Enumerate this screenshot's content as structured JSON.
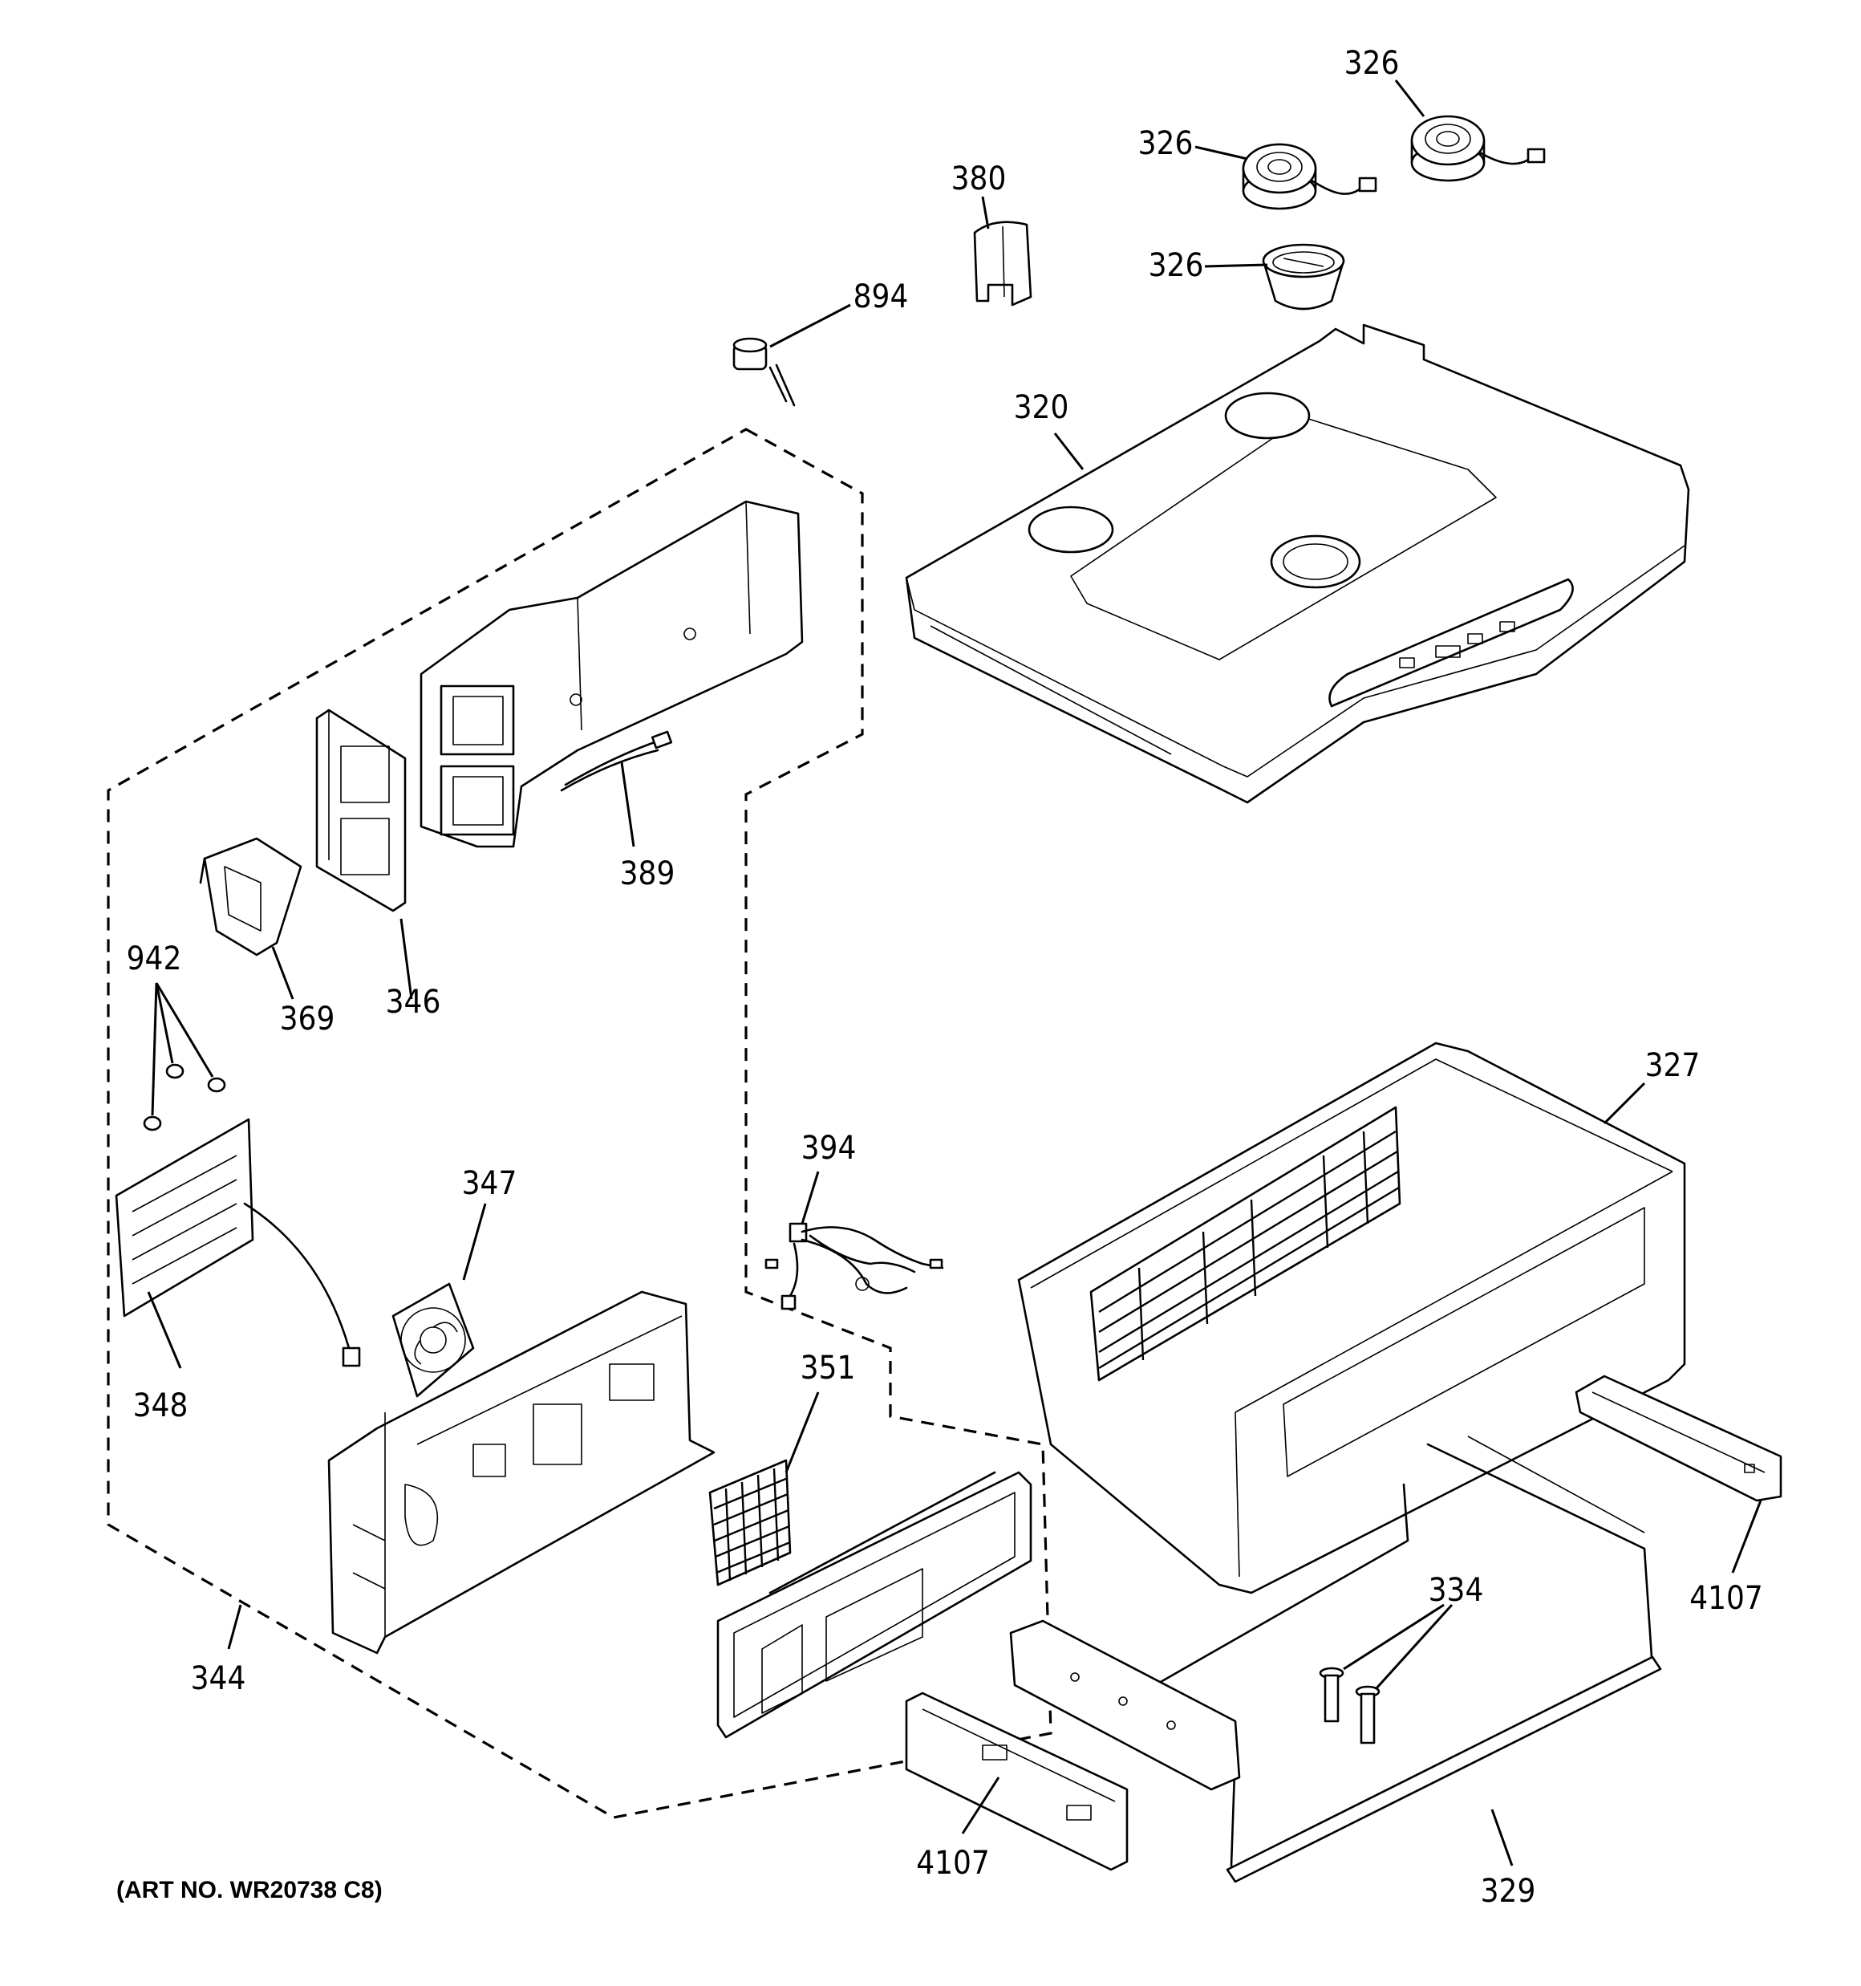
{
  "callouts": [
    {
      "id": "c326a",
      "label": "326"
    },
    {
      "id": "c326b",
      "label": "326"
    },
    {
      "id": "c326c",
      "label": "326"
    },
    {
      "id": "c380",
      "label": "380"
    },
    {
      "id": "c894",
      "label": "894"
    },
    {
      "id": "c320",
      "label": "320"
    },
    {
      "id": "c389",
      "label": "389"
    },
    {
      "id": "c942",
      "label": "942"
    },
    {
      "id": "c369",
      "label": "369"
    },
    {
      "id": "c346",
      "label": "346"
    },
    {
      "id": "c327",
      "label": "327"
    },
    {
      "id": "c394",
      "label": "394"
    },
    {
      "id": "c347",
      "label": "347"
    },
    {
      "id": "c348",
      "label": "348"
    },
    {
      "id": "c351",
      "label": "351"
    },
    {
      "id": "c334",
      "label": "334"
    },
    {
      "id": "c4107a",
      "label": "4107"
    },
    {
      "id": "c4107b",
      "label": "4107"
    },
    {
      "id": "c329",
      "label": "329"
    },
    {
      "id": "c344",
      "label": "344"
    }
  ],
  "art_number": "(ART NO. WR20738 C8)"
}
